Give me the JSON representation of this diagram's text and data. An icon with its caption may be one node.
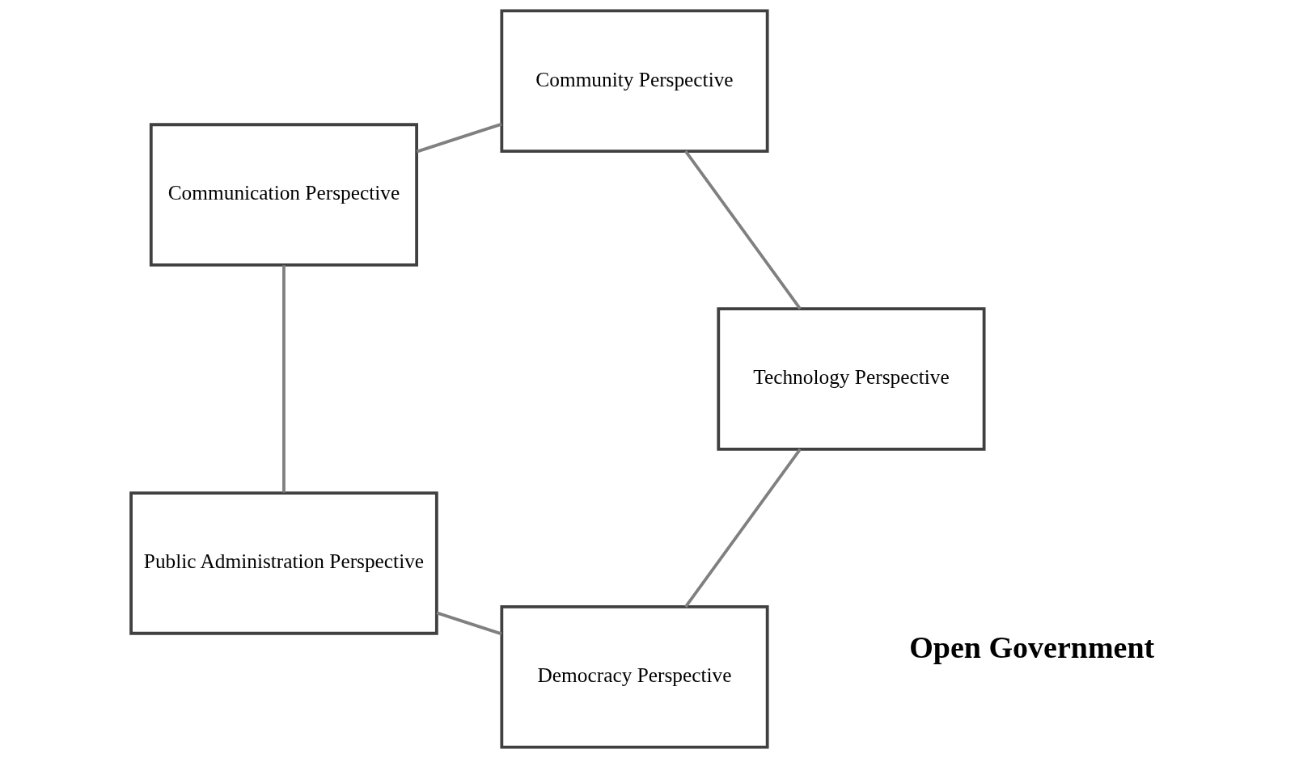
{
  "diagram": {
    "nodes": [
      {
        "text": [
          "Democracy Perspective"
        ]
      },
      {
        "text": [
          "Technology Perspective"
        ]
      },
      {
        "text": [
          "Public Administration Perspective"
        ]
      },
      {
        "text": [
          "Community Perspective"
        ]
      },
      {
        "text": [
          "Communication Perspective"
        ]
      }
    ],
    "edges": [
      {
        "from": 0,
        "to": 2,
        "arrow": "none"
      },
      {
        "from": 2,
        "to": 4,
        "arrow": "none"
      },
      {
        "from": 4,
        "to": 3,
        "arrow": "none"
      },
      {
        "from": 3,
        "to": 1,
        "arrow": "none"
      },
      {
        "from": 1,
        "to": 0,
        "arrow": "none"
      }
    ],
    "labels": [
      "Open Government"
    ]
  }
}
